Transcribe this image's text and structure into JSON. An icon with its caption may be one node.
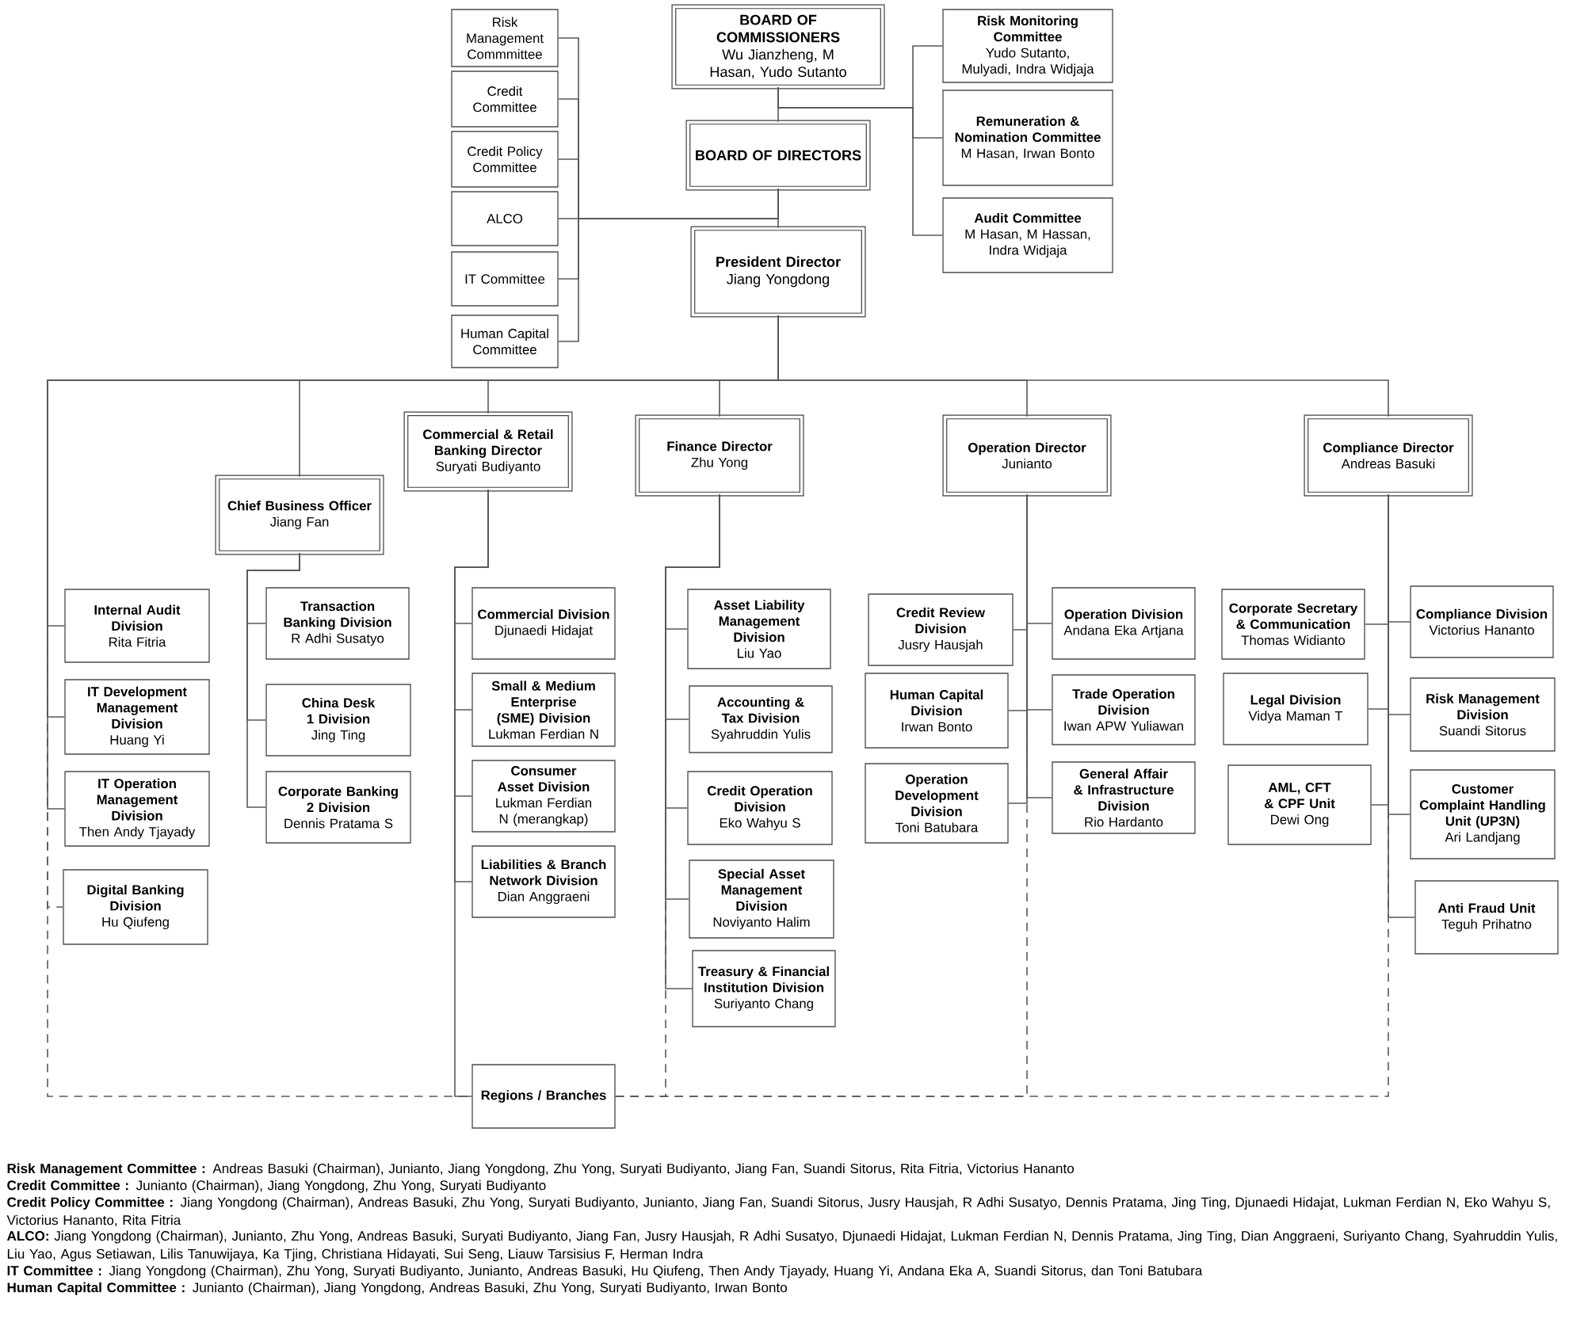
{
  "diagram": {
    "nodes": [
      {
        "text": [
          "Risk Management Commmittee"
        ]
      },
      {
        "text": [
          "Credit Committee"
        ]
      },
      {
        "text": [
          "Credit Policy Committee"
        ]
      },
      {
        "text": [
          "ALCO"
        ]
      },
      {
        "text": [
          "IT Committee"
        ]
      },
      {
        "text": [
          "Human Capital Committee"
        ]
      },
      {
        "text": [
          "BOARD OF COMMISSIONERS",
          "Wu Jianzheng, M Hasan, Yudo Sutanto"
        ]
      },
      {
        "text": [
          "BOARD OF DIRECTORS"
        ]
      },
      {
        "text": [
          "President Director",
          "Jiang Yongdong"
        ]
      },
      {
        "text": [
          "Risk Monitoring Committee",
          "Yudo Sutanto, Mulyadi, Indra Widjaja"
        ]
      },
      {
        "text": [
          "Remuneration & Nomination Committee",
          "M Hasan, Irwan Bonto"
        ]
      },
      {
        "text": [
          "Audit Committee",
          "M Hasan, M Hassan, Indra Widjaja"
        ]
      },
      {
        "text": [
          "Chief Business Officer",
          "Jiang Fan"
        ]
      },
      {
        "text": [
          "Commercial & Retail Banking Director",
          "Suryati Budiyanto"
        ]
      },
      {
        "text": [
          "Finance Director",
          "Zhu Yong"
        ]
      },
      {
        "text": [
          "Operation Director",
          "Junianto"
        ]
      },
      {
        "text": [
          "Compliance Director",
          "Andreas Basuki"
        ]
      },
      {
        "text": [
          "Internal Audit Division",
          "Rita Fitria"
        ]
      },
      {
        "text": [
          "IT Development Management Division",
          "Huang Yi"
        ]
      },
      {
        "text": [
          "IT Operation Management Division",
          "Then Andy Tjayady"
        ]
      },
      {
        "text": [
          "Digital Banking Division",
          "Hu Qiufeng"
        ]
      },
      {
        "text": [
          "Transaction Banking Division",
          "R Adhi Susatyo"
        ]
      },
      {
        "text": [
          "China Desk 1 Division",
          "Jing Ting"
        ]
      },
      {
        "text": [
          "Corporate Banking 2 Division",
          "Dennis Pratama S"
        ]
      },
      {
        "text": [
          "Commercial Division",
          "Djunaedi Hidajat"
        ]
      },
      {
        "text": [
          "Small & Medium Enterprise (SME) Division",
          "Lukman Ferdian N"
        ]
      },
      {
        "text": [
          "Consumer Asset Division",
          "Lukman Ferdian N (merangkap)"
        ]
      },
      {
        "text": [
          "Liabilities & Branch Network Division",
          "Dian Anggraeni"
        ]
      },
      {
        "text": [
          "Asset Liability Management Division",
          "Liu Yao"
        ]
      },
      {
        "text": [
          "Accounting & Tax Division",
          "Syahruddin Yulis"
        ]
      },
      {
        "text": [
          "Credit Operation Division",
          "Eko Wahyu S"
        ]
      },
      {
        "text": [
          "Special Asset Management Division",
          "Noviyanto Halim"
        ]
      },
      {
        "text": [
          "Treasury & Financial Institution Division",
          "Suriyanto Chang"
        ]
      },
      {
        "text": [
          "Credit Review Division",
          "Jusry Hausjah"
        ]
      },
      {
        "text": [
          "Human Capital Division",
          "Irwan Bonto"
        ]
      },
      {
        "text": [
          "Operation Development Division",
          "Toni Batubara"
        ]
      },
      {
        "text": [
          "Operation Division",
          "Andana Eka Artjana"
        ]
      },
      {
        "text": [
          "Trade Operation Division",
          "Iwan APW Yuliawan"
        ]
      },
      {
        "text": [
          "General Affair & Infrastructure Division",
          "Rio Hardanto"
        ]
      },
      {
        "text": [
          "Corporate Secretary & Communication",
          "Thomas Widianto"
        ]
      },
      {
        "text": [
          "Legal Division",
          "Vidya Maman T"
        ]
      },
      {
        "text": [
          "AML, CFT & CPF Unit",
          "Dewi Ong"
        ]
      },
      {
        "text": [
          "Compliance Division",
          "Victorius Hananto"
        ]
      },
      {
        "text": [
          "Risk Management Division",
          "Suandi Sitorus"
        ]
      },
      {
        "text": [
          "Customer Complaint Handling Unit (UP3N)",
          "Ari Landjang"
        ]
      },
      {
        "text": [
          "Anti Fraud Unit",
          "Teguh Prihatno"
        ]
      },
      {
        "text": [
          "Regions / Branches"
        ]
      }
    ],
    "edges": [
      {
        "from": 6,
        "to": 7,
        "arrow": "none"
      },
      {
        "from": 7,
        "to": 8,
        "arrow": "none"
      },
      {
        "from": 6,
        "to": 9,
        "arrow": "none"
      },
      {
        "from": 6,
        "to": 10,
        "arrow": "none"
      },
      {
        "from": 6,
        "to": 11,
        "arrow": "none"
      },
      {
        "from": 7,
        "to": 0,
        "arrow": "none"
      },
      {
        "from": 7,
        "to": 1,
        "arrow": "none"
      },
      {
        "from": 7,
        "to": 2,
        "arrow": "none"
      },
      {
        "from": 7,
        "to": 3,
        "arrow": "none"
      },
      {
        "from": 7,
        "to": 4,
        "arrow": "none"
      },
      {
        "from": 7,
        "to": 5,
        "arrow": "none"
      },
      {
        "from": 8,
        "to": 12,
        "arrow": "none"
      },
      {
        "from": 8,
        "to": 13,
        "arrow": "none"
      },
      {
        "from": 8,
        "to": 14,
        "arrow": "none"
      },
      {
        "from": 8,
        "to": 15,
        "arrow": "none"
      },
      {
        "from": 8,
        "to": 16,
        "arrow": "none"
      },
      {
        "from": 8,
        "to": 17,
        "arrow": "none"
      },
      {
        "from": 8,
        "to": 18,
        "arrow": "none"
      },
      {
        "from": 8,
        "to": 19,
        "arrow": "none"
      },
      {
        "from": 8,
        "to": 20,
        "arrow": "none",
        "style": "dashed"
      },
      {
        "from": 12,
        "to": 21,
        "arrow": "none"
      },
      {
        "from": 12,
        "to": 22,
        "arrow": "none"
      },
      {
        "from": 12,
        "to": 23,
        "arrow": "none"
      },
      {
        "from": 13,
        "to": 24,
        "arrow": "none"
      },
      {
        "from": 13,
        "to": 25,
        "arrow": "none"
      },
      {
        "from": 13,
        "to": 26,
        "arrow": "none"
      },
      {
        "from": 13,
        "to": 27,
        "arrow": "none"
      },
      {
        "from": 13,
        "to": 46,
        "arrow": "none"
      },
      {
        "from": 14,
        "to": 28,
        "arrow": "none"
      },
      {
        "from": 14,
        "to": 29,
        "arrow": "none"
      },
      {
        "from": 14,
        "to": 30,
        "arrow": "none"
      },
      {
        "from": 14,
        "to": 31,
        "arrow": "none"
      },
      {
        "from": 14,
        "to": 32,
        "arrow": "none"
      },
      {
        "from": 15,
        "to": 33,
        "arrow": "none"
      },
      {
        "from": 15,
        "to": 34,
        "arrow": "none"
      },
      {
        "from": 15,
        "to": 35,
        "arrow": "none"
      },
      {
        "from": 15,
        "to": 36,
        "arrow": "none"
      },
      {
        "from": 15,
        "to": 37,
        "arrow": "none"
      },
      {
        "from": 15,
        "to": 38,
        "arrow": "none"
      },
      {
        "from": 16,
        "to": 39,
        "arrow": "none"
      },
      {
        "from": 16,
        "to": 40,
        "arrow": "none"
      },
      {
        "from": 16,
        "to": 41,
        "arrow": "none"
      },
      {
        "from": 16,
        "to": 42,
        "arrow": "none"
      },
      {
        "from": 16,
        "to": 43,
        "arrow": "none"
      },
      {
        "from": 16,
        "to": 44,
        "arrow": "none"
      },
      {
        "from": 16,
        "to": 45,
        "arrow": "none"
      },
      {
        "from": 8,
        "to": 46,
        "arrow": "none",
        "style": "dashed"
      },
      {
        "from": 14,
        "to": 46,
        "arrow": "none",
        "style": "dashed"
      },
      {
        "from": 15,
        "to": 46,
        "arrow": "none",
        "style": "dashed"
      },
      {
        "from": 16,
        "to": 46,
        "arrow": "none",
        "style": "dashed"
      }
    ],
    "labels": [
      "**Risk Management Committee :** Andreas Basuki (Chairman), Junianto, Jiang Yongdong, Zhu Yong, Suryati Budiyanto, Jiang Fan, Suandi Sitorus, Rita Fitria, Victorius Hananto",
      "**Credit Committee :** Junianto (Chairman), Jiang Yongdong, Zhu Yong, Suryati Budiyanto",
      "**Credit Policy Committee :** Jiang Yongdong (Chairman), Andreas Basuki, Zhu Yong, Suryati Budiyanto, Junianto, Jiang Fan, Suandi Sitorus, Jusry Hausjah, R Adhi Susatyo, Dennis Pratama, Jing Ting, Djunaedi Hidajat, Lukman Ferdian N, Eko Wahyu S, Victorius Hananto, Rita Fitria",
      "**ALCO:** Jiang Yongdong (Chairman), Junianto, Zhu Yong, Andreas Basuki, Suryati Budiyanto, Jiang Fan, Jusry Hausjah, R Adhi Susatyo, Djunaedi Hidajat, Lukman Ferdian N, Dennis Pratama, Jing Ting, Dian Anggraeni, Suriyanto Chang, Syahruddin Yulis, Liu Yao, Agus Setiawan, Lilis Tanuwijaya, Ka Tjing, Christiana Hidayati, Sui Seng, Liauw Tarsisius F, Herman Indra",
      "**IT Committee :** Jiang Yongdong (Chairman), Zhu Yong, Suryati Budiyanto, Junianto, Andreas Basuki, Hu Qiufeng, Then Andy Tjayady, Huang Yi, Andana Eka A, Suandi Sitorus, dan Toni Batubara",
      "**Human Capital Committee :** Junianto (Chairman), Jiang Yongdong, Andreas Basuki, Zhu Yong, Suryati Budiyanto, Irwan Bonto"
    ]
  }
}
